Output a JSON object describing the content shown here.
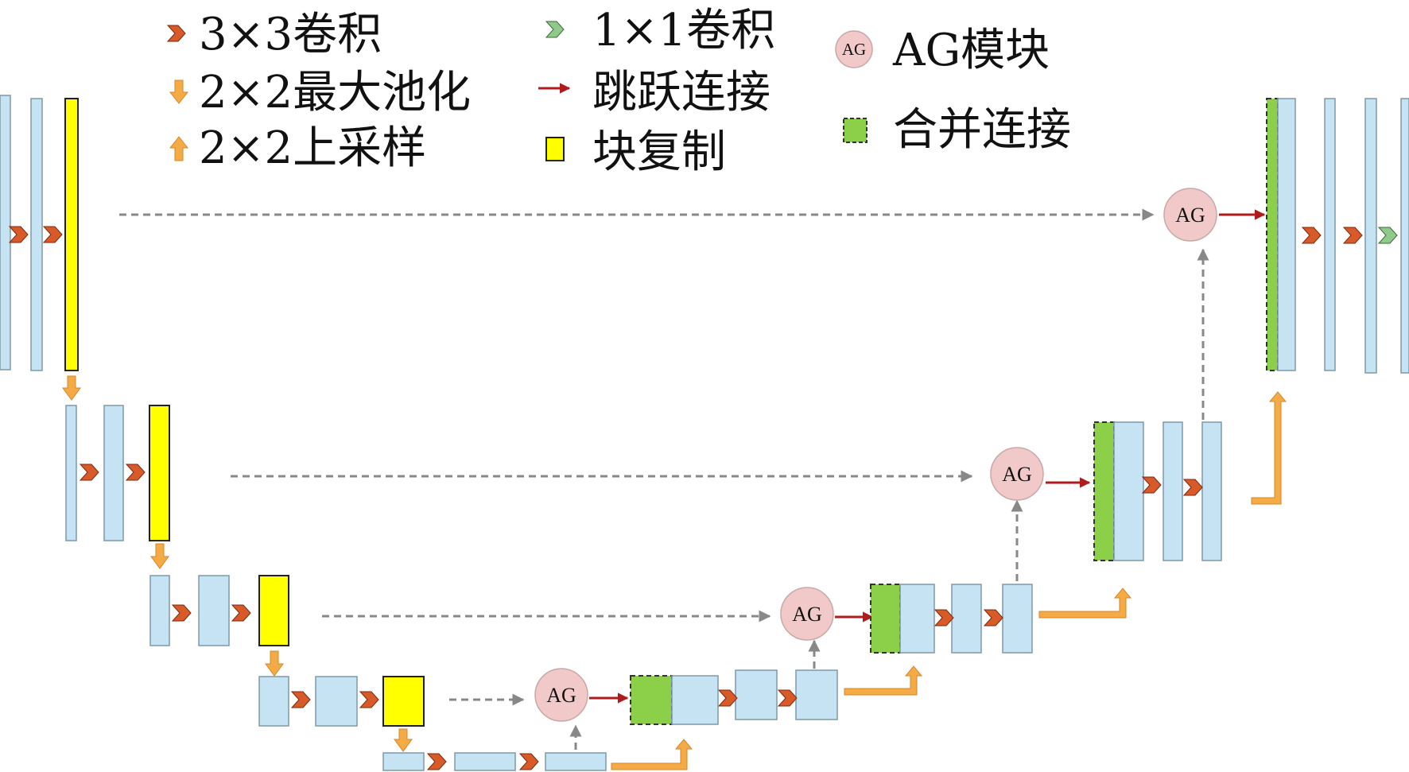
{
  "legend": {
    "conv3": "3×3卷积",
    "maxpool": "2×2最大池化",
    "upsample": "2×2上采样",
    "conv1": "1×1卷积",
    "skip": "跳跃连接",
    "copy": "块复制",
    "ag_module": "AG模块",
    "concat": "合并连接"
  },
  "ag_label": "AG",
  "colors": {
    "feature_block": "#c5e3f3",
    "block_border": "#7d99a8",
    "copy_block": "#ffff00",
    "concat_block": "#8cd04a",
    "ag_circle": "#f1c9c9",
    "conv3_arrow": "#d85a29",
    "conv1_arrow": "#8fca8a",
    "skip_arrow": "#b01c1c",
    "sample_arrow": "#f4aa45",
    "dashed_line": "#888888"
  }
}
